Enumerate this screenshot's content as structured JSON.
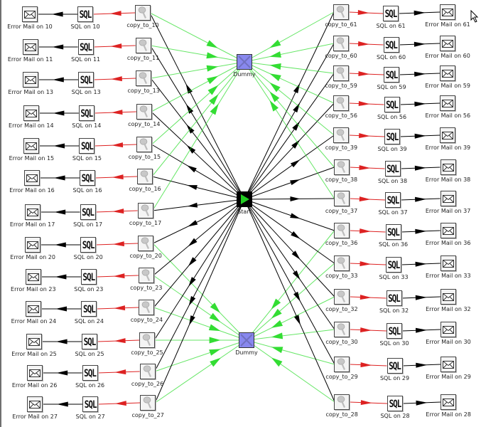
{
  "diagram": {
    "title": "Job workflow",
    "colors": {
      "success_edge": "#33dd33",
      "error_edge": "#dd2222",
      "start_edge": "#000000",
      "dummy_fill": "#8888ee",
      "start_play": "#22cc22"
    },
    "start": {
      "label": "Start",
      "icon": "play-icon"
    },
    "dummies": [
      {
        "id": "dummy-top",
        "label": "Dummy",
        "icon": "dummy-x-icon"
      },
      {
        "id": "dummy-bottom",
        "label": "Dummy",
        "icon": "dummy-x-icon"
      }
    ],
    "left_rows": [
      {
        "num": "10",
        "copy": "copy_to_10",
        "sql": "SQL on 10",
        "mail": "Error Mail on 10",
        "dummy": "top"
      },
      {
        "num": "11",
        "copy": "copy_to_11",
        "sql": "SQL on 11",
        "mail": "Error Mail on 11",
        "dummy": "top"
      },
      {
        "num": "13",
        "copy": "copy_to_13",
        "sql": "SQL on 13",
        "mail": "Error Mail on 13",
        "dummy": "top"
      },
      {
        "num": "14",
        "copy": "copy_to_14",
        "sql": "SQL on 14",
        "mail": "Error Mail on 14",
        "dummy": "top"
      },
      {
        "num": "15",
        "copy": "copy_to_15",
        "sql": "SQL on 15",
        "mail": "Error Mail on 15",
        "dummy": "top"
      },
      {
        "num": "16",
        "copy": "copy_to_16",
        "sql": "SQL on 16",
        "mail": "Error Mail on 16",
        "dummy": "top"
      },
      {
        "num": "17",
        "copy": "copy_to_17",
        "sql": "SQL on 17",
        "mail": "Error Mail on 17",
        "dummy": "top"
      },
      {
        "num": "20",
        "copy": "copy_to_20",
        "sql": "SQL on 20",
        "mail": "Error Mail on 20",
        "dummy": "bottom"
      },
      {
        "num": "23",
        "copy": "copy_to_23",
        "sql": "SQL on 23",
        "mail": "Error Mail on 23",
        "dummy": "bottom"
      },
      {
        "num": "24",
        "copy": "copy_to_24",
        "sql": "SQL on 24",
        "mail": "Error Mail on 24",
        "dummy": "bottom"
      },
      {
        "num": "25",
        "copy": "copy_to_25",
        "sql": "SQL on 25",
        "mail": "Error Mail on 25",
        "dummy": "bottom"
      },
      {
        "num": "26",
        "copy": "copy_to_26",
        "sql": "SQL on 26",
        "mail": "Error Mail on 26",
        "dummy": "bottom"
      },
      {
        "num": "27",
        "copy": "copy_to_27",
        "sql": "SQL on 27",
        "mail": "Error Mail on 27",
        "dummy": "bottom"
      }
    ],
    "right_rows": [
      {
        "num": "61",
        "copy": "copy_to_61",
        "sql": "SQL on 61",
        "mail": "Error Mail on 61",
        "dummy": "top"
      },
      {
        "num": "60",
        "copy": "copy_to_60",
        "sql": "SQL on 60",
        "mail": "Error Mail on 60",
        "dummy": "top"
      },
      {
        "num": "59",
        "copy": "copy_to_59",
        "sql": "SQL on 59",
        "mail": "Error Mail on 59",
        "dummy": "top"
      },
      {
        "num": "56",
        "copy": "copy_to_56",
        "sql": "SQL on 56",
        "mail": "Error Mail on 56",
        "dummy": "top"
      },
      {
        "num": "39",
        "copy": "copy_to_39",
        "sql": "SQL on 39",
        "mail": "Error Mail on 39",
        "dummy": "top"
      },
      {
        "num": "38",
        "copy": "copy_to_38",
        "sql": "SQL on 38",
        "mail": "Error Mail on 38",
        "dummy": "top"
      },
      {
        "num": "37",
        "copy": "copy_to_37",
        "sql": "SQL on 37",
        "mail": "Error Mail on 37",
        "dummy": "top"
      },
      {
        "num": "36",
        "copy": "copy_to_36",
        "sql": "SQL on 36",
        "mail": "Error Mail on 36",
        "dummy": "bottom"
      },
      {
        "num": "33",
        "copy": "copy_to_33",
        "sql": "SQL on 33",
        "mail": "Error Mail on 33",
        "dummy": "bottom"
      },
      {
        "num": "32",
        "copy": "copy_to_32",
        "sql": "SQL on 32",
        "mail": "Error Mail on 32",
        "dummy": "bottom"
      },
      {
        "num": "30",
        "copy": "copy_to_30",
        "sql": "SQL on 30",
        "mail": "Error Mail on 30",
        "dummy": "bottom"
      },
      {
        "num": "29",
        "copy": "copy_to_29",
        "sql": "SQL on 29",
        "mail": "Error Mail on 29",
        "dummy": "bottom"
      },
      {
        "num": "28",
        "copy": "copy_to_28",
        "sql": "SQL on 28",
        "mail": "Error Mail on 28",
        "dummy": "bottom"
      }
    ],
    "sql_icon_text": "SQL"
  }
}
